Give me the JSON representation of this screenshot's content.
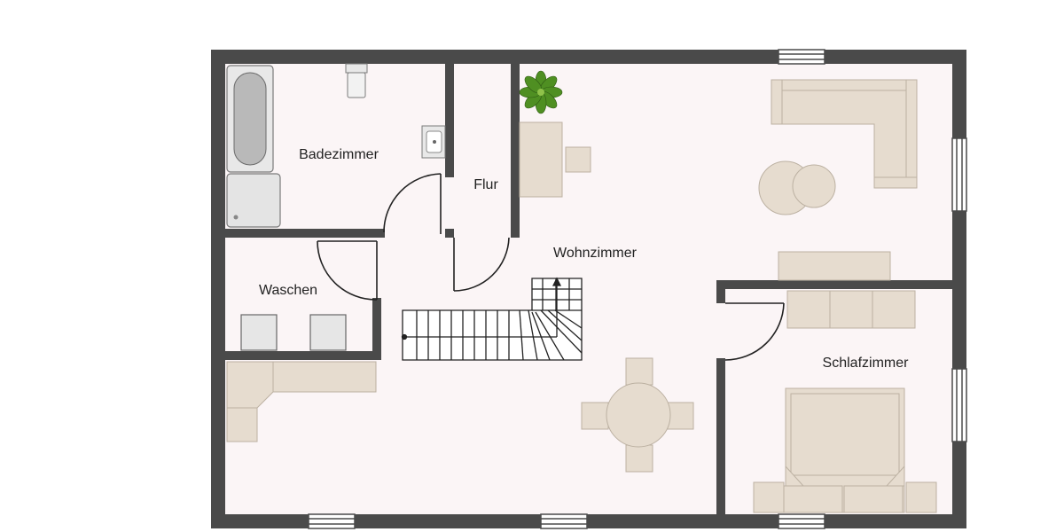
{
  "rooms": {
    "badezimmer": "Badezimmer",
    "flur": "Flur",
    "wohnzimmer": "Wohnzimmer",
    "waschen": "Waschen",
    "schlafzimmer": "Schlafzimmer"
  },
  "colors": {
    "wall": "#4a4a4a",
    "floor": "#fbf5f6",
    "furniture": "#e6dccf",
    "furniture_edge": "#bcb1a2",
    "window": "#ffffff",
    "fixture_gray": "#d2d2d2",
    "plant": "#5b9a2c"
  }
}
